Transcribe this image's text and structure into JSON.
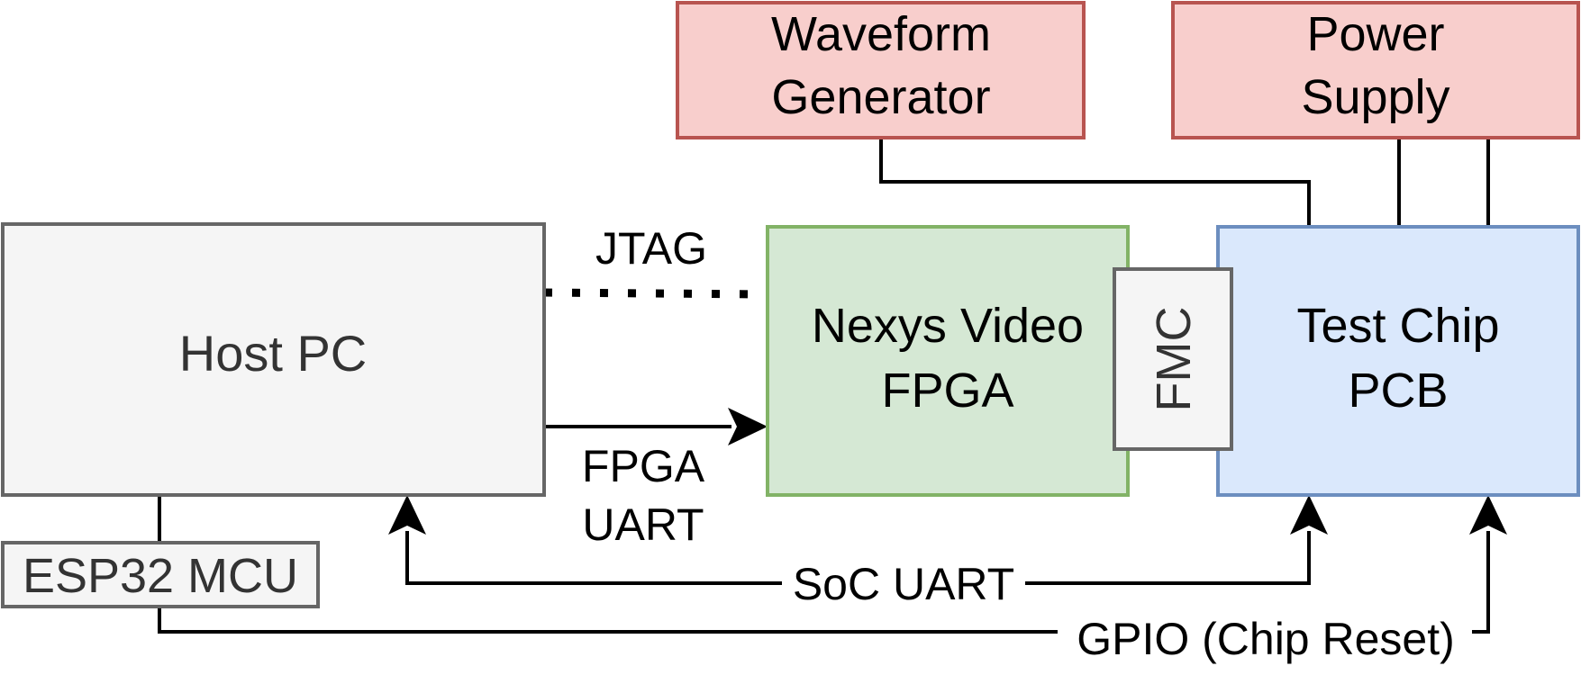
{
  "colors": {
    "host_fill": "#f5f5f5",
    "host_stroke": "#666666",
    "fpga_fill": "#d5e8d4",
    "fpga_stroke": "#82b366",
    "pcb_fill": "#dae8fc",
    "pcb_stroke": "#6c8ebf",
    "instrument_fill": "#f8cecc",
    "instrument_stroke": "#b85450",
    "line": "#000000"
  },
  "nodes": {
    "waveform_generator": {
      "line1": "Waveform",
      "line2": "Generator"
    },
    "power_supply": {
      "line1": "Power",
      "line2": "Supply"
    },
    "host_pc": {
      "label": "Host PC"
    },
    "fpga": {
      "line1": "Nexys Video",
      "line2": "FPGA"
    },
    "fmc": {
      "label": "FMC"
    },
    "test_chip": {
      "line1": "Test Chip",
      "line2": "PCB"
    },
    "esp32": {
      "label": "ESP32 MCU"
    }
  },
  "edges": {
    "jtag": {
      "label": "JTAG"
    },
    "fpga_uart": {
      "line1": "FPGA",
      "line2": "UART"
    },
    "soc_uart": {
      "label": "SoC UART"
    },
    "gpio": {
      "label": "GPIO (Chip Reset)"
    }
  }
}
